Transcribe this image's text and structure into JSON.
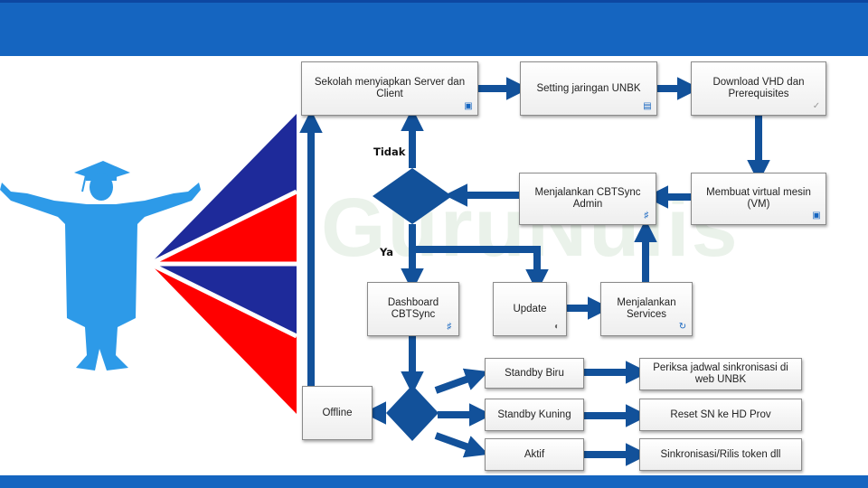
{
  "colors": {
    "bar": "#1565c0",
    "arrow": "#12519a",
    "figure": "#2d9ae8",
    "wedge_blue": "#1e2a9a",
    "wedge_red": "#ff0000"
  },
  "watermark": "GuruNulis",
  "nodes": {
    "sekolah": "Sekolah menyiapkan Server dan Client",
    "setting": "Setting jaringan UNBK",
    "download": "Download VHD dan Prerequisites",
    "vm": "Membuat virtual mesin (VM)",
    "cbtsync_admin": "Menjalankan CBTSync Admin",
    "dashboard": "Dashboard CBTSync",
    "update": "Update",
    "services": "Menjalankan Services",
    "offline": "Offline",
    "standby_biru": "Standby Biru",
    "standby_kuning": "Standby Kuning",
    "aktif": "Aktif",
    "periksa": "Periksa jadwal sinkronisasi di web UNBK",
    "reset": "Reset SN ke HD Prov",
    "sinkronisasi": "Sinkronisasi/Rilis token dll"
  },
  "labels": {
    "tidak": "Tidak",
    "ya": "Ya"
  },
  "icons": {
    "sekolah": "monitor-icon",
    "setting": "switch-icon",
    "download": "checkmark-icon",
    "vm": "monitor-icon",
    "cbtsync_admin": "users-icon",
    "dashboard": "users-icon",
    "update": "globe-icon",
    "services": "refresh-icon"
  }
}
